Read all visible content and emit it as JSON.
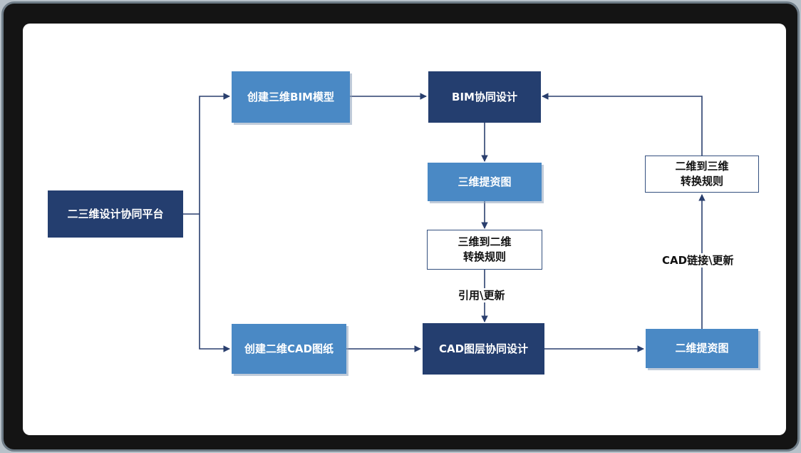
{
  "diagram": {
    "nodes": {
      "platform": "二三维设计协同平台",
      "create_bim": "创建三维BIM模型",
      "bim_collab": "BIM协同设计",
      "extract_3d": "三维提资图",
      "rule_3d_to_2d": [
        "三维到二维",
        "转换规则"
      ],
      "create_cad": "创建二维CAD图纸",
      "cad_layer_collab": "CAD图层协同设计",
      "extract_2d": "二维提资图",
      "rule_2d_to_3d": [
        "二维到三维",
        "转换规则"
      ]
    },
    "edge_labels": {
      "reference_update": "引用\\更新",
      "cad_link_update": "CAD链接\\更新"
    },
    "colors": {
      "dark_node": "#243e6f",
      "mid_node": "#4a89c5",
      "arrow": "#2a3f6e"
    }
  }
}
